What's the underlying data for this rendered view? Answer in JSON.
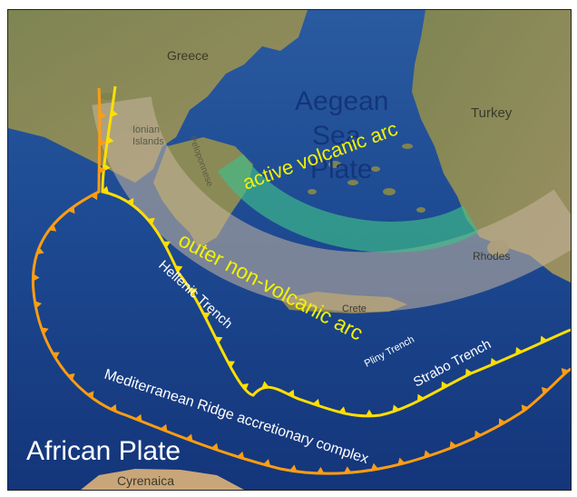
{
  "labels": {
    "greece": "Greece",
    "turkey": "Turkey",
    "plate_line1": "Aegean",
    "plate_line2": "Sea",
    "plate_line3": "Plate",
    "ionian_line1": "Ionian",
    "ionian_line2": "Islands",
    "peloponnese": "Peloponnese",
    "active_arc": "active volcanic arc",
    "outer_arc": "outer non-volcanic arc",
    "rhodes": "Rhodes",
    "crete": "Crete",
    "hellenic_trench": "Hellenic Trench",
    "pliny_trench": "Pliny Trench",
    "strabo_trench": "Strabo Trench",
    "ridge": "Mediterranean Ridge accretionary complex",
    "african_plate": "African Plate",
    "cyrenaica": "Cyrenaica"
  },
  "colors": {
    "sea_deep": "#14357a",
    "sea_mid": "#2a5aa0",
    "land": "#8a8a56",
    "land_dark": "#6b6f45",
    "active_arc_band": "#3fbf8a",
    "outer_arc_band": "#c9b7a0",
    "label_yellow": "#f2f200",
    "hellenic_line": "#ffdf00",
    "ridge_line": "#ff9d12"
  }
}
